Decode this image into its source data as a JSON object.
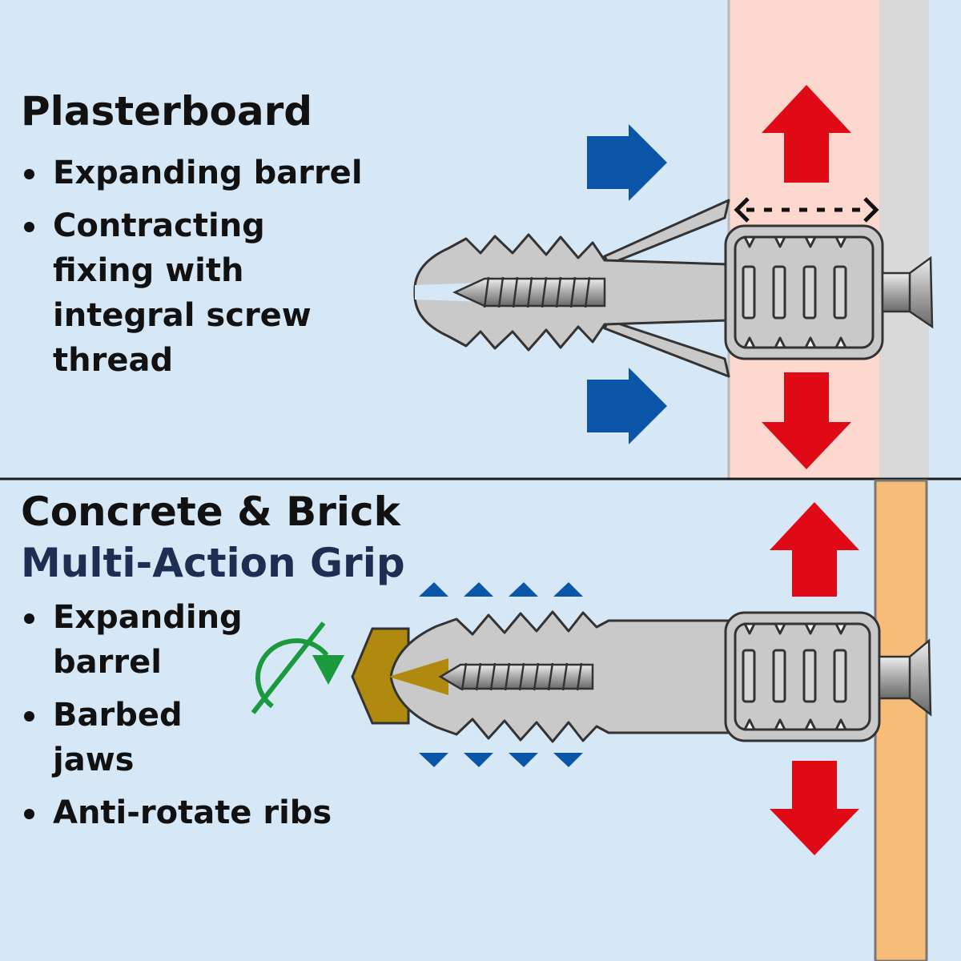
{
  "plasterboard": {
    "title": "Plasterboard",
    "bullets": [
      "Expanding barrel",
      "Contracting\nfixing with\nintegral screw\nthread"
    ]
  },
  "concrete": {
    "title": "Concrete & Brick",
    "subtitle": "Multi-Action Grip",
    "bullets": [
      "Expanding\nbarrel",
      "Barbed\njaws",
      "Anti-rotate ribs"
    ]
  },
  "colors": {
    "background": "#d6e7f6",
    "blue_arrow": "#0a55a8",
    "red_arrow": "#e00a17",
    "green_rotate": "#1a9a3c",
    "plasterboard_wall": "#fcd8cf",
    "plasterboard_back": "#d9d9d9",
    "brick_wall": "#f7bd78",
    "plug_grey": "#c9c9c9",
    "drill_bit": "#b08a0e"
  },
  "icons": [
    "push-arrow-icon",
    "pull-arrow-icon",
    "rotate-icon",
    "expansion-width-icon",
    "grip-triangle-icon"
  ]
}
